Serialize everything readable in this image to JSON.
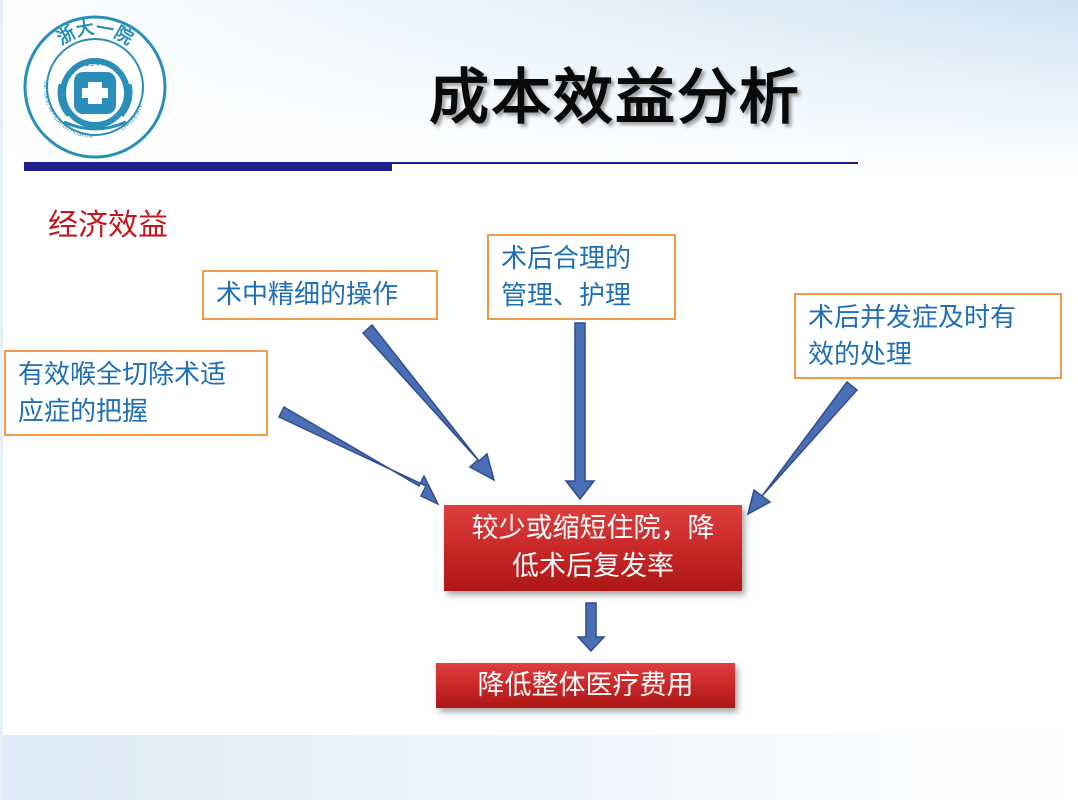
{
  "slide": {
    "title": "成本效益分析",
    "subtitle": "经济效益",
    "logo": {
      "text": "浙大一院",
      "year": "1947",
      "english_left": "THE FIRST AFFILIATED HOSPITAL",
      "english_right": "UNIVERSITY"
    },
    "factors": [
      {
        "lines": [
          "有效喉全切除术适",
          "应症的把握"
        ]
      },
      {
        "lines": [
          "术中精细的操作"
        ]
      },
      {
        "lines": [
          "术后合理的",
          "管理、护理"
        ]
      },
      {
        "lines": [
          "术后并发症及时有",
          "效的处理"
        ]
      }
    ],
    "outcome": {
      "lines": [
        "较少或缩短住院，降",
        "低术后复发率"
      ]
    },
    "result": "降低整体医疗费用"
  },
  "colors": {
    "title": "#0a0a0a",
    "subtitle": "#c0161c",
    "box_border": "#f39a4a",
    "box_text": "#1f6fb4",
    "outcome_fill": "#c62626",
    "arrow_fill": "#4a6fb5",
    "rule": "#1e1e8c",
    "logo_teal": "#2a8fb8"
  }
}
